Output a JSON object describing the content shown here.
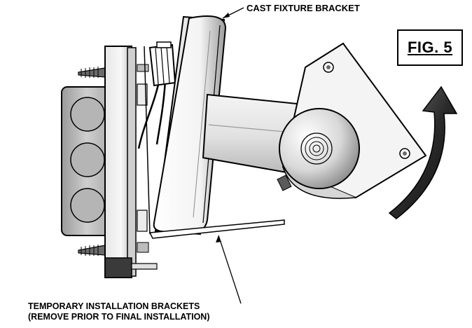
{
  "figure": {
    "label": "FIG. 5"
  },
  "callouts": {
    "cast_fixture_bracket": "CAST FIXTURE BRACKET",
    "temporary_brackets_line1": "TEMPORARY INSTALLATION BRACKETS",
    "temporary_brackets_line2": "(REMOVE PRIOR TO FINAL INSTALLATION)"
  },
  "parts": {
    "junction_box": "junction-box",
    "mounting_plate": "mounting-plate",
    "wood_screws": "wood-screws",
    "wire_nut": "wire-nut",
    "fixture_bracket": "cast-fixture-bracket",
    "fixture_arm": "fixture-arm",
    "lamp_housing": "lamp-housing",
    "temporary_bracket": "temporary-installation-bracket",
    "rotation_arrow": "rotation-arrow"
  },
  "colors": {
    "line": "#000000",
    "fill_light": "#f2f2f2",
    "fill_mid": "#d0d0d0",
    "fill_dark": "#8a8a8a",
    "fill_darkest": "#3a3a3a"
  }
}
